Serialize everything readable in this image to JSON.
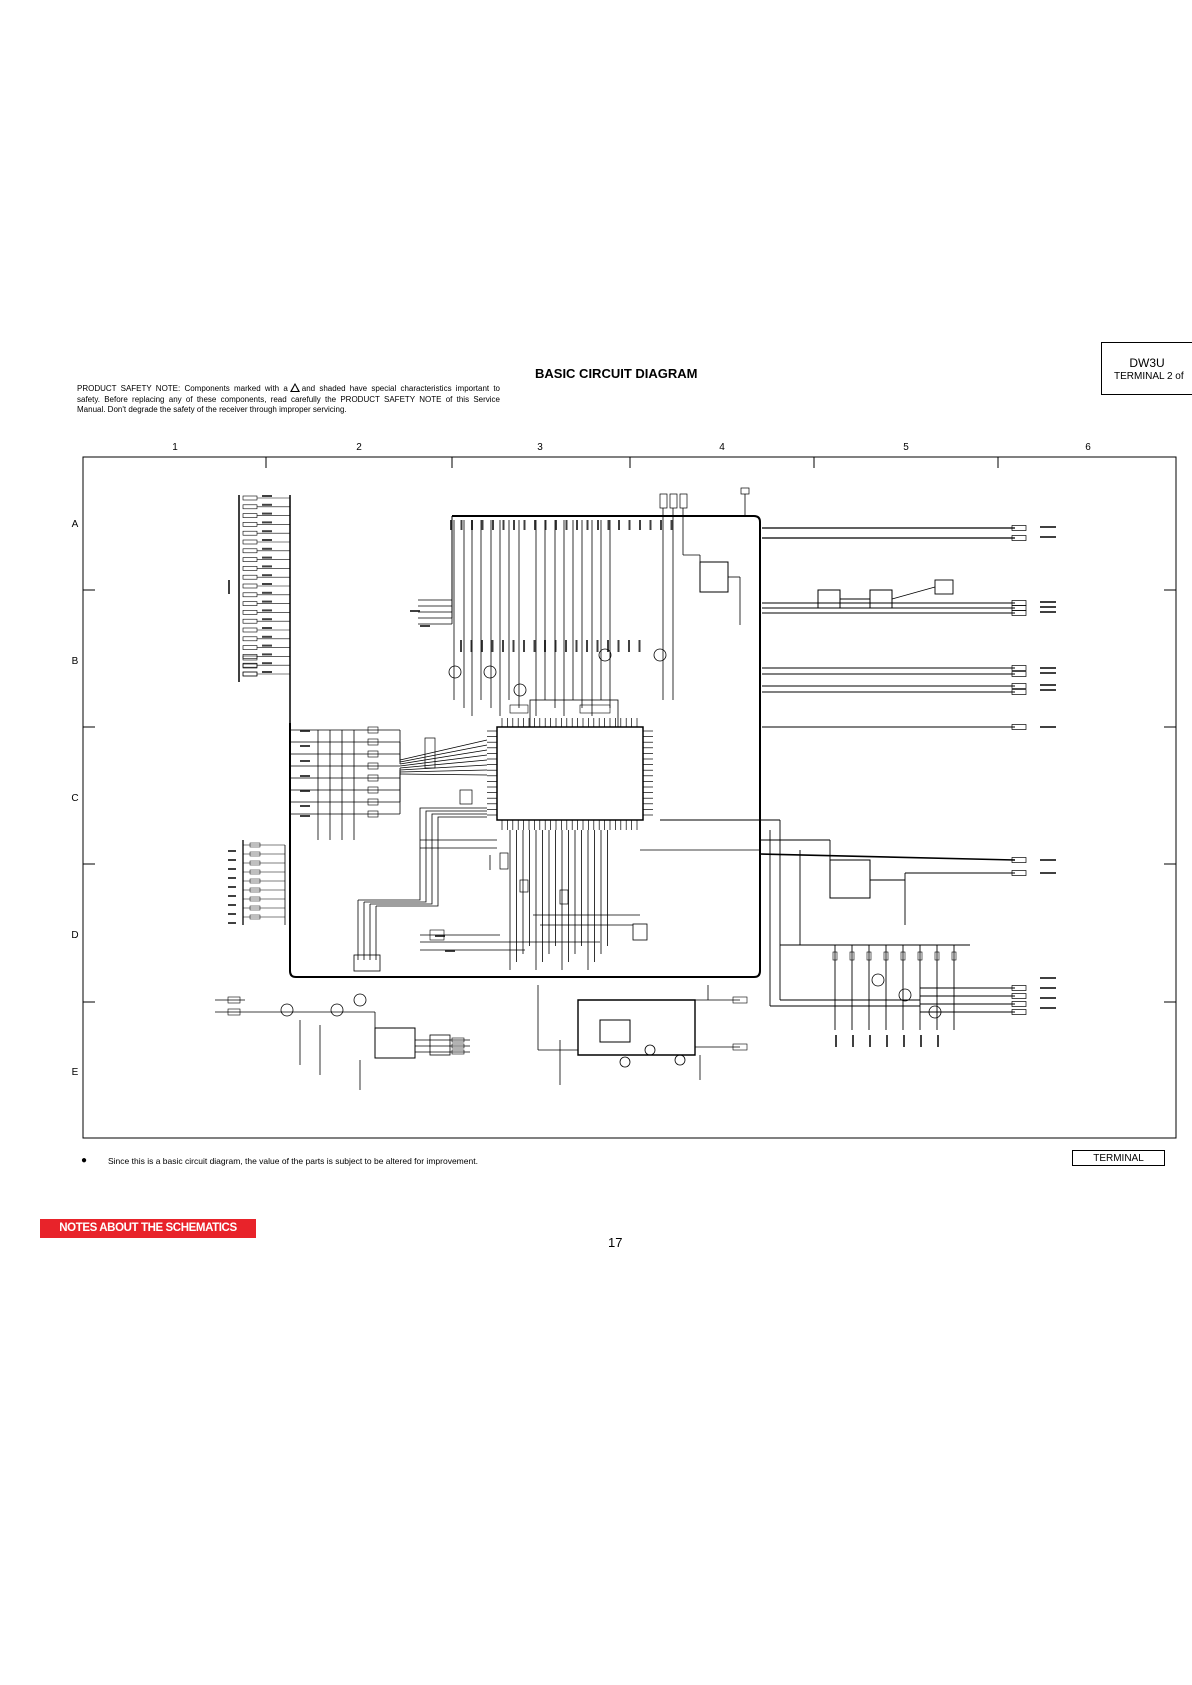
{
  "header": {
    "model_code": "DW3U",
    "model_sub": "TERMINAL 2 of",
    "title": "BASIC CIRCUIT DIAGRAM",
    "safety_note_prefix": "PRODUCT SAFETY NOTE: Components marked with a",
    "safety_note_suffix": "and shaded have special characteristics important to safety. Before replacing any of these components, read carefully the PRODUCT SAFETY NOTE of this Service Manual. Don't degrade the safety  of the receiver through improper servicing.",
    "warning_icon": "warning-triangle-icon"
  },
  "grid": {
    "columns": [
      "1",
      "2",
      "3",
      "4",
      "5",
      "6"
    ],
    "rows": [
      "A",
      "B",
      "C",
      "D",
      "E"
    ]
  },
  "footer": {
    "bullet": "●",
    "note": "Since this is a basic circuit diagram, the value of the parts is subject to be altered for improvement.",
    "terminal_label": "TERMINAL",
    "notes_button": "NOTES ABOUT THE SCHEMATICS",
    "page_number": "17"
  },
  "colors": {
    "notes_button_bg": "#e8232a",
    "ink": "#000000"
  }
}
